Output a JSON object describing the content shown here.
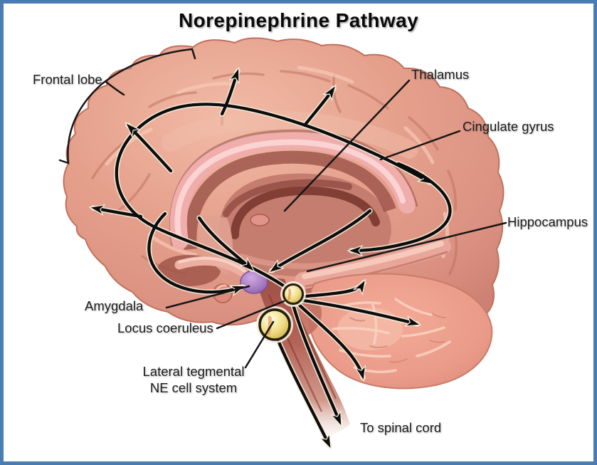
{
  "title": "Norepinephrine Pathway",
  "labels": {
    "frontal_lobe": "Frontal lobe",
    "thalamus": "Thalamus",
    "cingulate_gyrus": "Cingulate gyrus",
    "hippocampus": "Hippocampus",
    "amygdala": "Amygdala",
    "locus_coeruleus": "Locus coeruleus",
    "lateral_tegmental_line1": "Lateral tegmental",
    "lateral_tegmental_line2": "NE cell system",
    "to_spinal_cord": "To spinal cord"
  },
  "colors": {
    "frame_border": "#4a7cb4",
    "background": "#ffffff",
    "pathway_ink": "#0d0d0d",
    "label_text": "#1c1c1c",
    "cortex": "#df9483",
    "corpus_callosum": "#efadab",
    "cerebellum": "#ee9f8e",
    "norepinephrine_nuclei_yellow": "#ecd97e",
    "amygdala_highlight_purple": "#a77cc2"
  }
}
